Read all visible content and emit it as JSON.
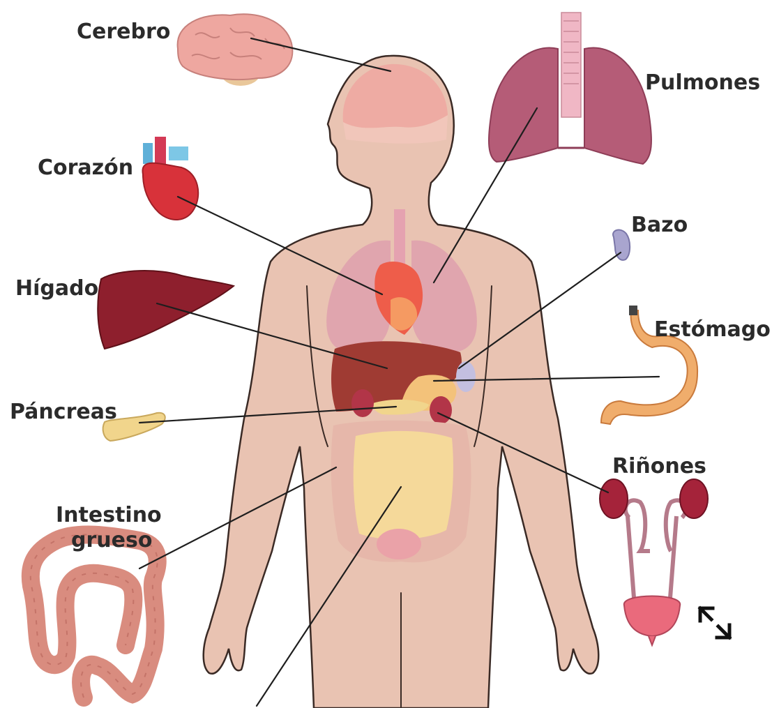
{
  "labels": {
    "cerebro": "Cerebro",
    "pulmones": "Pulmones",
    "corazon": "Corazón",
    "bazo": "Bazo",
    "higado": "Hígado",
    "estomago": "Estómago",
    "pancreas": "Páncreas",
    "rinones": "Riñones",
    "intestino_line1": "Intestino",
    "intestino_line2": "grueso"
  },
  "colors": {
    "skin": "#e9c3b2",
    "skin_outline": "#3a2a25",
    "brain": "#eea7a0",
    "lung": "#b55c77",
    "heart": "#d8323a",
    "liver": "#8e1f2d",
    "stomach": "#f0ad6c",
    "pancreas": "#f1d58c",
    "kidney": "#a5233a",
    "intestine": "#d98c7f",
    "spleen": "#a9a5cf",
    "bladder": "#ea6a7c"
  },
  "controls": {
    "expand_icon": "expand-arrows-icon"
  }
}
